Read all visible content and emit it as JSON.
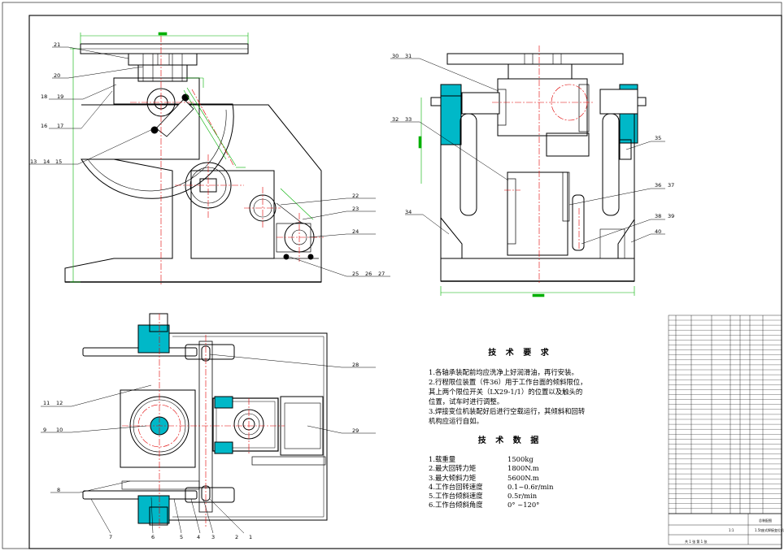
{
  "callouts": {
    "front": [
      "21",
      "20",
      "18",
      "19",
      "16",
      "17",
      "13",
      "14",
      "15",
      "22",
      "23",
      "24",
      "25",
      "26",
      "27"
    ],
    "side": [
      "30",
      "31",
      "32",
      "33",
      "34",
      "35",
      "36",
      "37",
      "38",
      "39",
      "40"
    ],
    "top": [
      "28",
      "11",
      "12",
      "9",
      "10",
      "29",
      "8",
      "7",
      "6",
      "5",
      "4",
      "3",
      "2",
      "1"
    ]
  },
  "tech_requirements": {
    "title": "技 术 要 求",
    "items": [
      "1.各轴承装配前均应洗净上好润滑油，再行安装。",
      "2.行程限位装置（件36）用于工作台面的倾斜限位，",
      "   其上两个限位开关（LX29-1/1）的位置以及触头的",
      "   位置，试车时进行调整。",
      "3.焊接变位机装配好后进行空载运行，其倾斜和回转",
      "   机构应运行自如。"
    ]
  },
  "tech_data": {
    "title": "技 术 数 据",
    "rows": [
      {
        "k": "1.载重量",
        "v": "1500kg"
      },
      {
        "k": "2.最大回转力矩",
        "v": "1800N.m"
      },
      {
        "k": "3.最大倾斜力矩",
        "v": "5600N.m"
      },
      {
        "k": "4.工作台回转速度",
        "v": "0.1~0.6r/min"
      },
      {
        "k": "5.工作台倾斜速度",
        "v": "0.5r/min"
      },
      {
        "k": "6.工作台倾斜角度",
        "v": "0° ~120°"
      }
    ]
  },
  "title_block": {
    "drawing_name": "总装配图",
    "subtitle": "1.5t座式焊接变位机",
    "sheet": "共 1 张  第 1 张",
    "scale": "1:1"
  },
  "colors": {
    "line": "#000000",
    "center": "#e00000",
    "dim": "#00b000",
    "accent": "#00b8c8"
  }
}
